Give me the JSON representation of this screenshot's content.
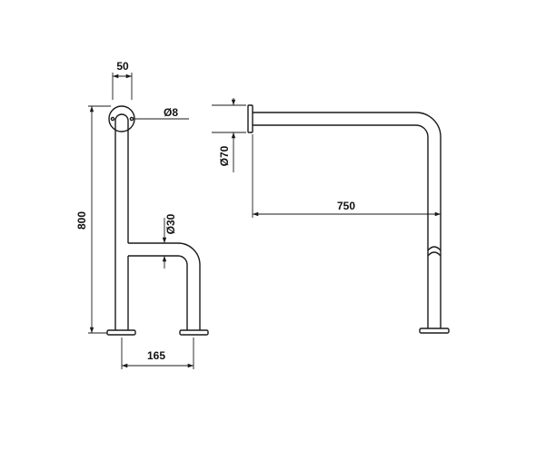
{
  "dimensions": {
    "top_width": "50",
    "hole_diameter": "Ø8",
    "height": "800",
    "tube_diameter": "Ø30",
    "base_span": "165",
    "flange_diameter": "Ø70",
    "length": "750"
  }
}
